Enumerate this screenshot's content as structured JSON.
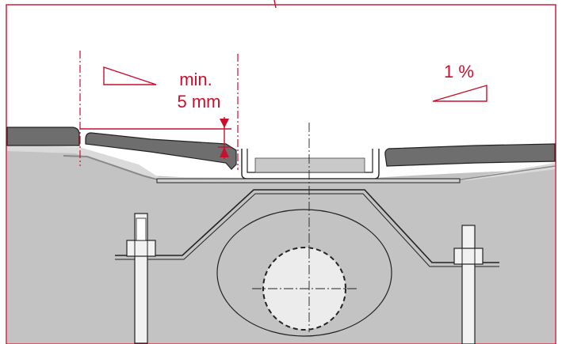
{
  "annotations": {
    "min_line1": "min.",
    "min_line2": "5 mm",
    "slope": "1 %"
  },
  "colors": {
    "accent_red": "#c8102e",
    "frame": "#c8102e",
    "surface_dark": "#6e6e6e",
    "ground_gray": "#c3c3c3",
    "ground_light": "#dcdcdc",
    "outline": "#222222"
  }
}
